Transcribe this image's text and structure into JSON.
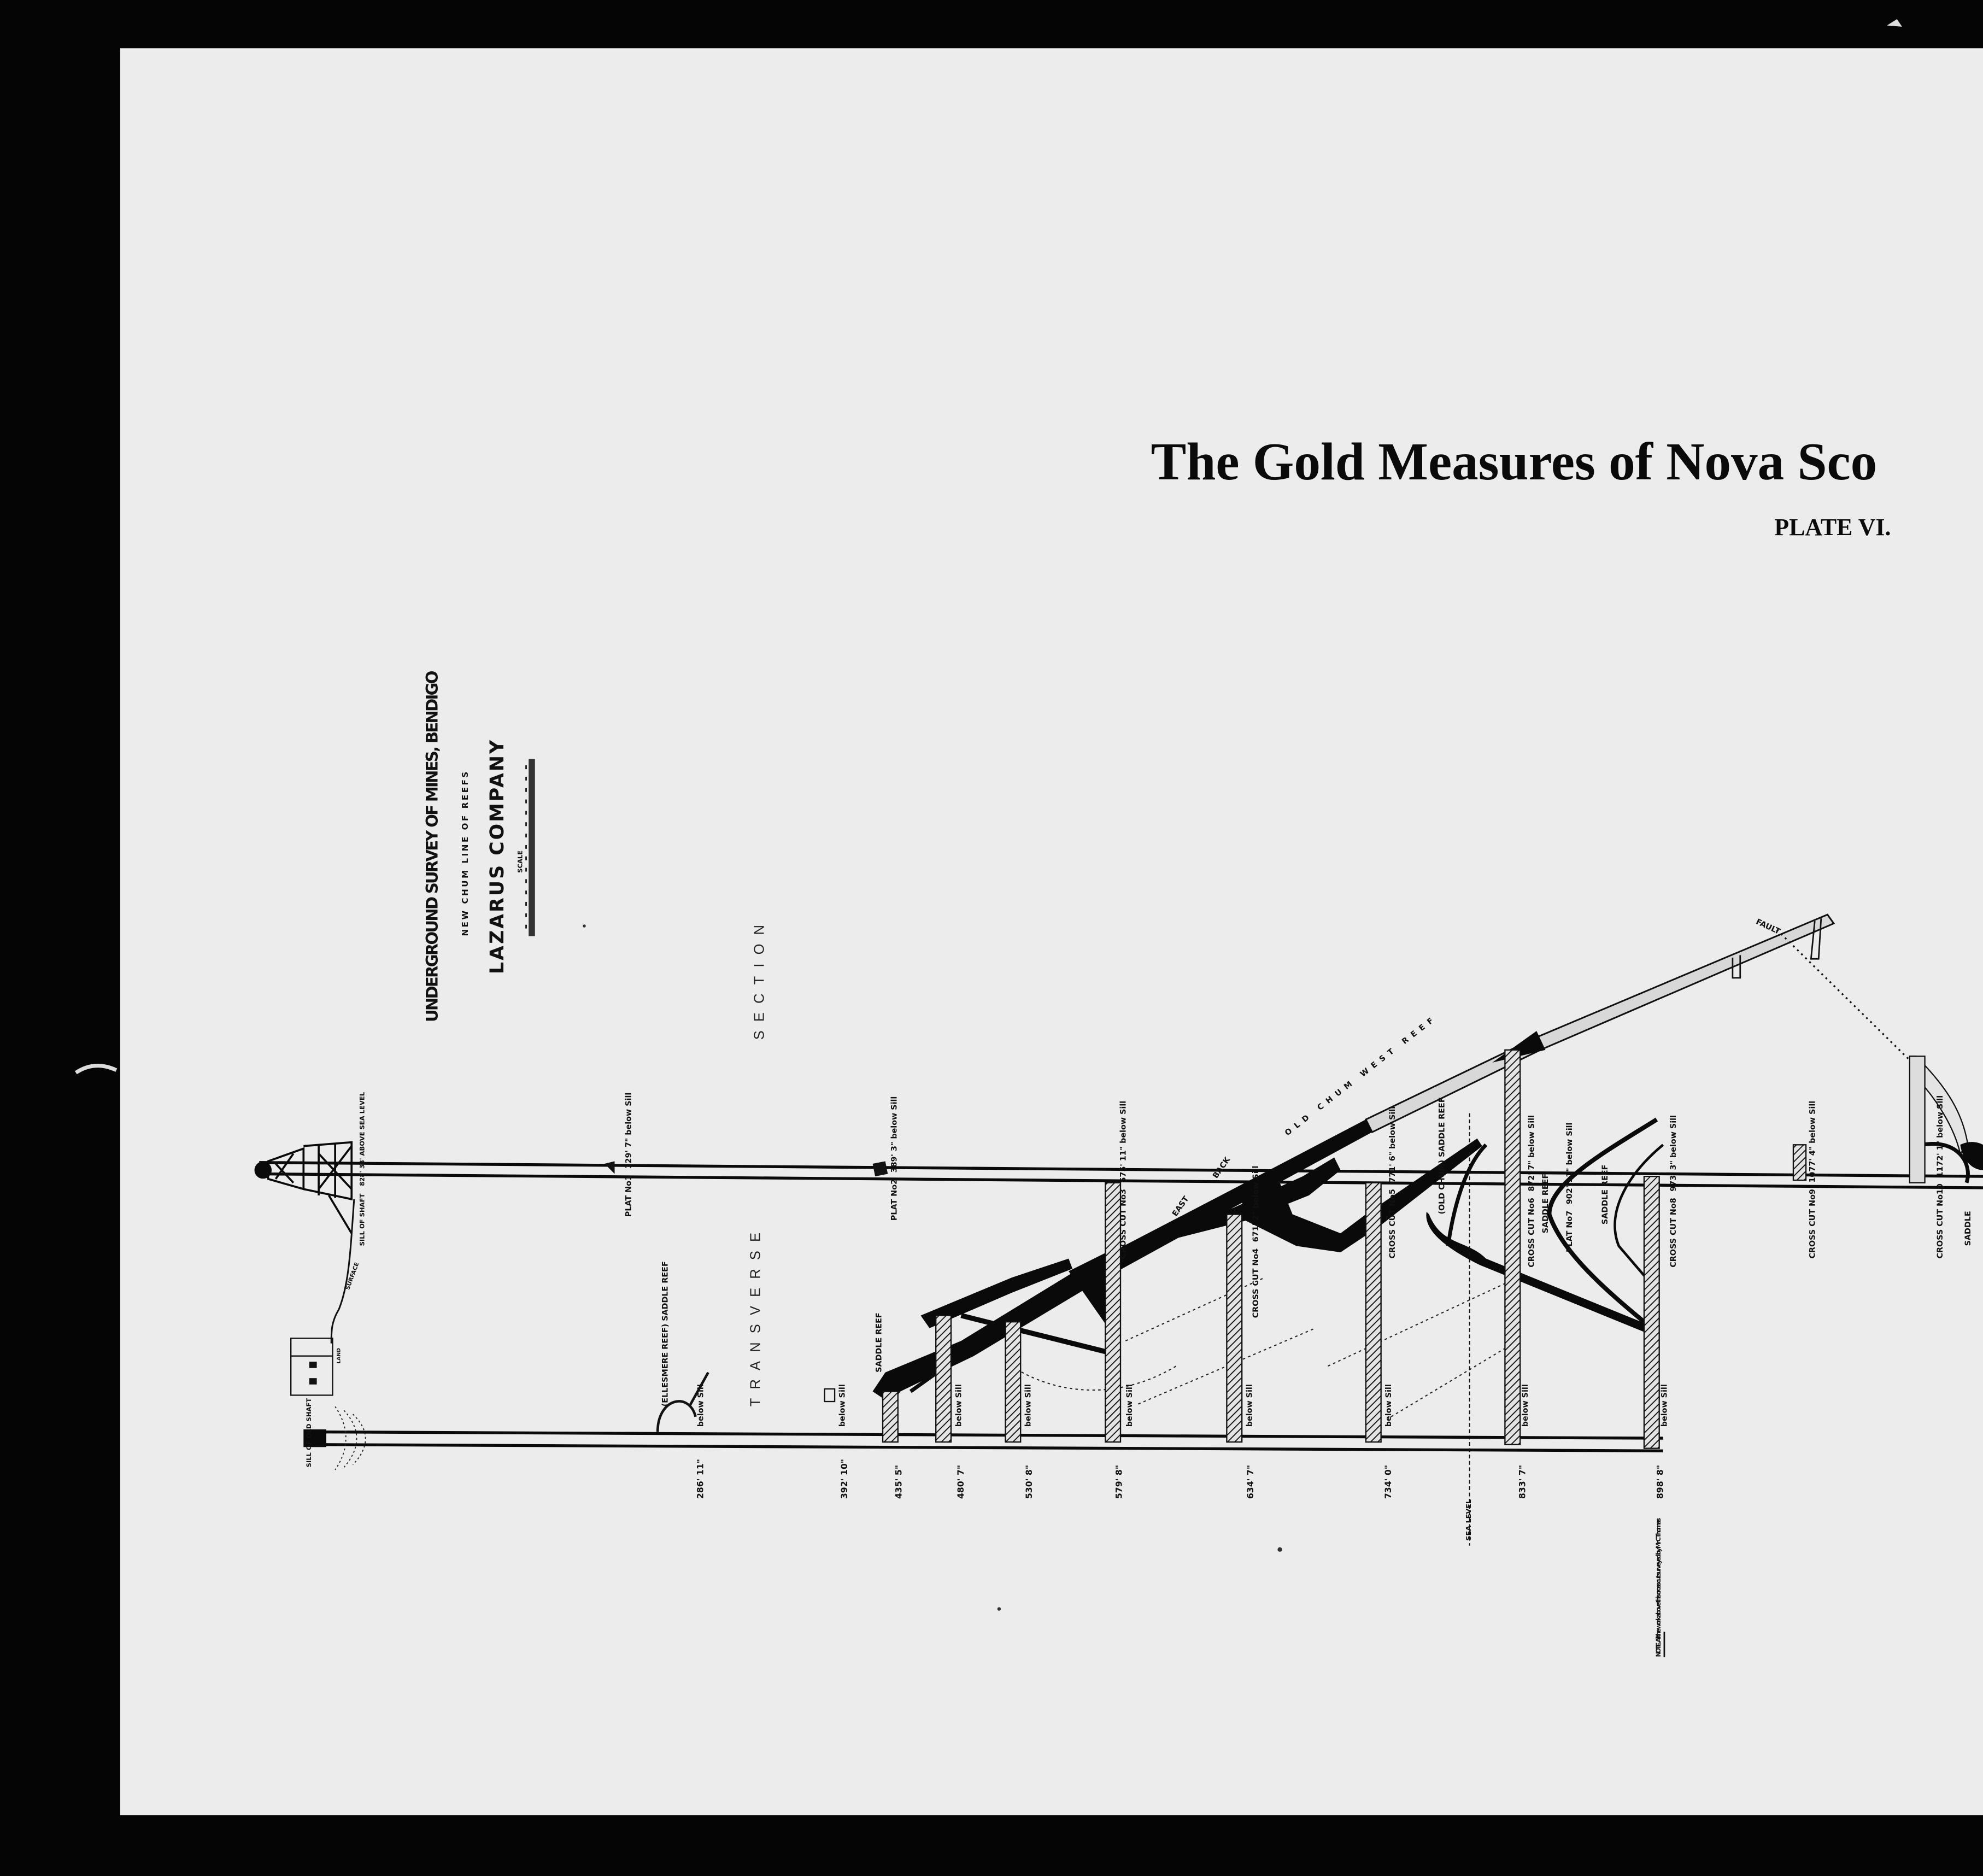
{
  "plate": {
    "title": "The Gold Measures of Nova Sco",
    "plate_number": "PLATE VI."
  },
  "legend_block": {
    "heading": "UNDERGROUND SURVEY OF MINES, BENDIGO",
    "subheading": "NEW CHUM LINE OF REEFS",
    "company": "LAZARUS COMPANY",
    "scale_label": "SCALE"
  },
  "section_title": {
    "word1": "TRANSVERSE",
    "word2": "SECTION"
  },
  "surface_labels": {
    "shaft_top": "SILL OF SHAFT",
    "above_sea": "828' 38' ABOVE SEA LEVEL",
    "surface": "SURFACE",
    "old_shaft": "SILL OF OLD SHAFT",
    "engine": "LAND"
  },
  "levels": [
    {
      "name": "PLAT No1",
      "depth": "129' 7\" below Sill"
    },
    {
      "name": "PLAT No2",
      "depth": "389' 3\" below Sill"
    },
    {
      "name": "CROSS CUT No3",
      "depth": "575' 11\" below Sill"
    },
    {
      "name": "CROSS CUT No4",
      "depth": "671' 2\" below Sill"
    },
    {
      "name": "CROSS CUT No5",
      "depth": "771' 6\" below Sill"
    },
    {
      "name": "CROSS CUT No6",
      "depth": "872' 7\" below Sill"
    },
    {
      "name": "PLAT No7",
      "depth": "902' 11\" below Sill"
    },
    {
      "name": "CROSS CUT No8",
      "depth": "973' 3\" below Sill"
    },
    {
      "name": "CROSS CUT No9",
      "depth": "1077' 4\" below Sill"
    },
    {
      "name": "CROSS CUT No10",
      "depth": "1172' 1\" below Sill"
    }
  ],
  "reef_labels": {
    "saddle_reef_1": "(ELLESMERE REEF) SADDLE REEF",
    "saddle_reef_2": "SADDLE REEF",
    "saddle_reef_3": "(OLD CHUM) SADDLE REEF",
    "saddle_reef_4": "SADDLE REEF",
    "saddle_reef_5": "SADDLE REEF",
    "saddle_reef_6": "SADDLE",
    "old_chum": "OLD CHUM WEST REEF",
    "back": "BACK",
    "east": "EAST",
    "fault": "FAULT",
    "below_sill": "below Sill"
  },
  "lower_depths": [
    "286' 11\"",
    "392' 10\"",
    "435' 5\"",
    "480' 7\"",
    "530' 8\"",
    "579' 8\"",
    "634' 7\"",
    "734' 0\"",
    "833' 7\"",
    "898' 8\""
  ],
  "sea_level": "SEA LEVEL",
  "note": "NOTE. All the work above this cross cut surveyed by Mr C Thomas"
}
